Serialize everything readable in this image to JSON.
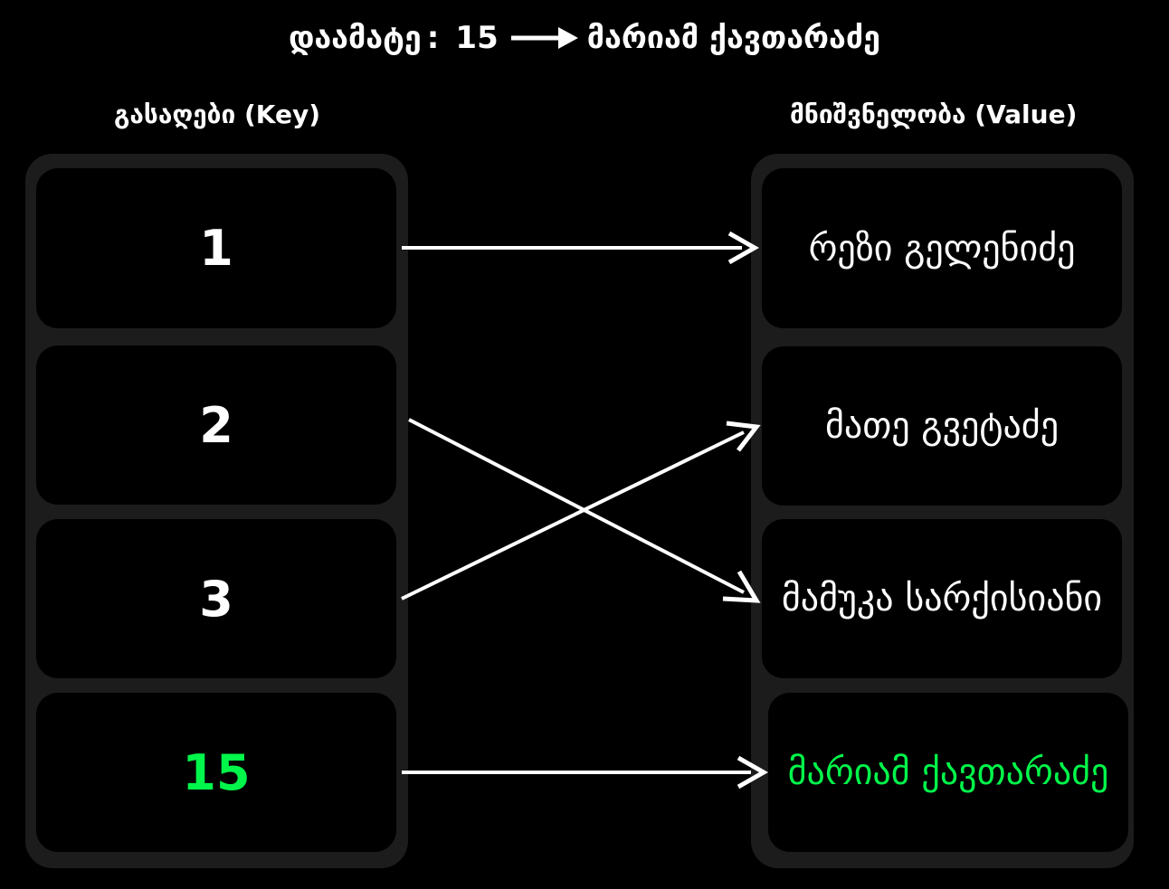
{
  "operation": {
    "label": "დაამატე",
    "separator": ":",
    "key": "15",
    "value": "მარიამ ქავთარაძე"
  },
  "headings": {
    "keys": "გასაღები (Key)",
    "values": "მნიშვნელობა (Value)"
  },
  "keys": [
    "1",
    "2",
    "3",
    "15"
  ],
  "values": [
    "რეზი გელენიძე",
    "მათე გვეტაძე",
    "მამუკა სარქისიანი",
    "მარიამ ქავთარაძე"
  ],
  "mappings": [
    {
      "key": "1",
      "value": "რეზი გელენიძე"
    },
    {
      "key": "2",
      "value": "მამუკა სარქისიანი"
    },
    {
      "key": "3",
      "value": "მათე გვეტაძე"
    },
    {
      "key": "15",
      "value": "მარიამ ქავთარაძე"
    }
  ],
  "colors": {
    "background": "#000000",
    "panel": "#1c1c1c",
    "text": "#ffffff",
    "highlight": "#00f64a"
  }
}
